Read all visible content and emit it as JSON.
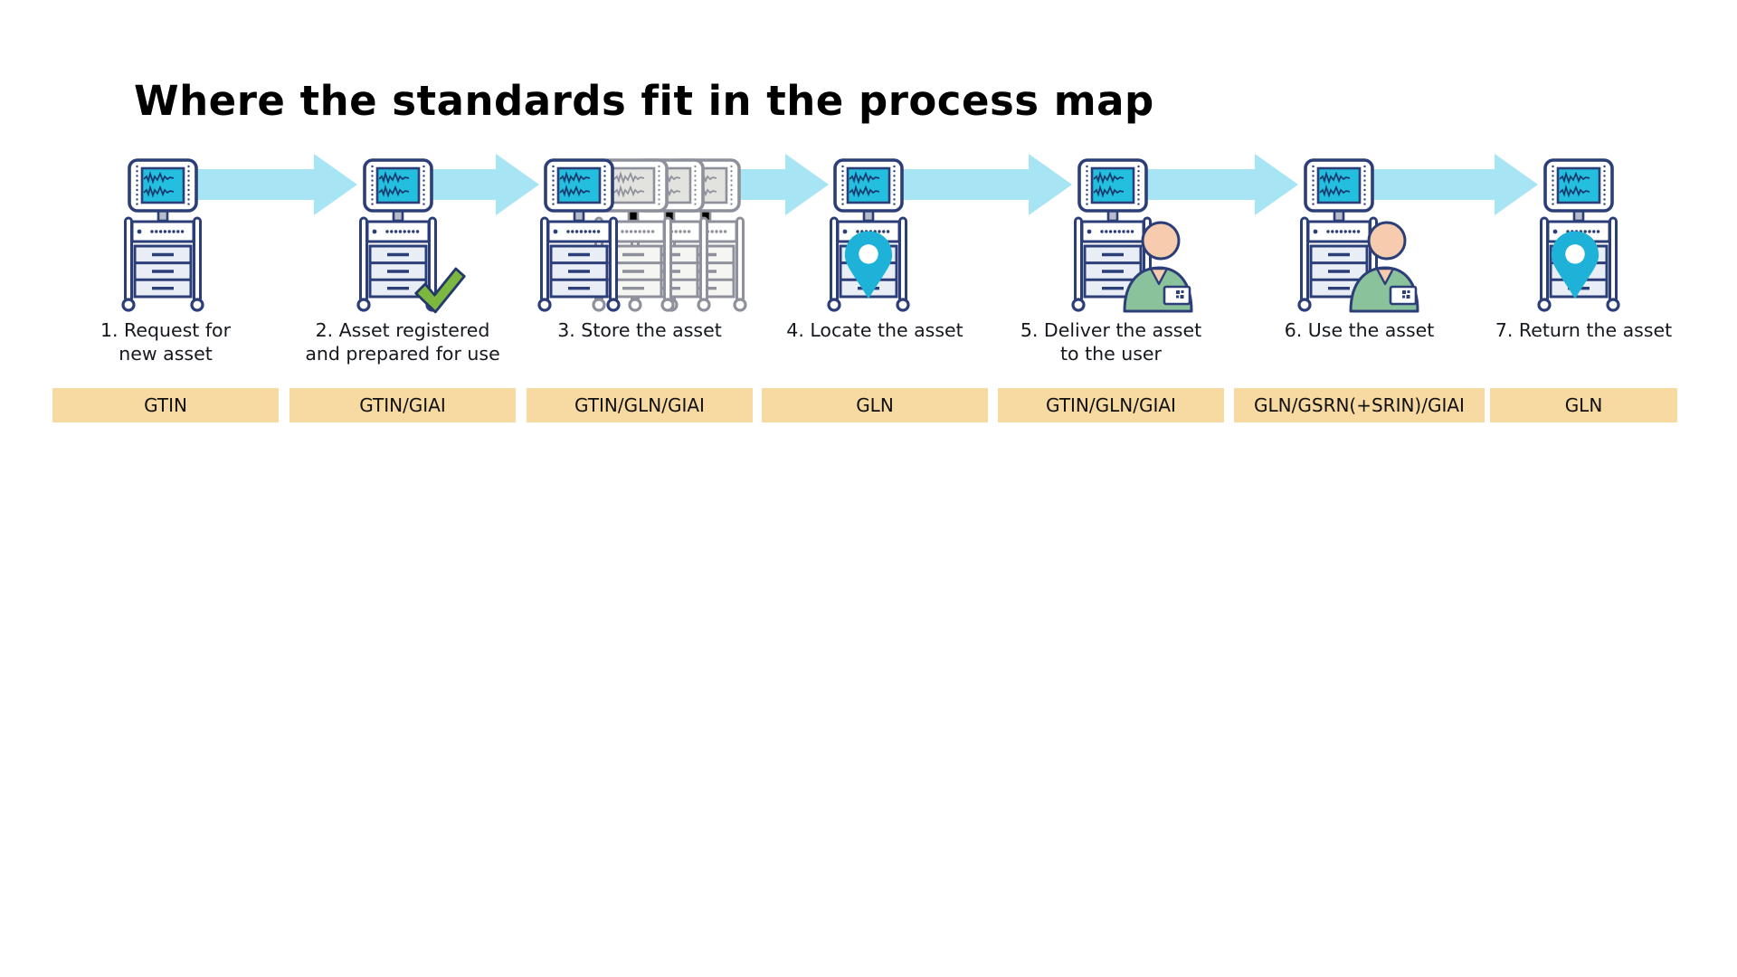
{
  "title": "Where the standards fit in the process map",
  "colors": {
    "outline_navy": "#2c3e78",
    "screen_cyan": "#24bede",
    "arrow_cyan": "#a7e4f4",
    "badge_bg": "#f7daa1",
    "check_green": "#7cb83f",
    "pin_cyan": "#1fb2d8",
    "person_skin": "#f7cbad",
    "person_shirt": "#8ac29b",
    "faded_gray": "#8e919b"
  },
  "steps": [
    {
      "label": "1. Request for\nnew asset",
      "badge": "GTIN",
      "icon": "medical-equipment-cart"
    },
    {
      "label": "2. Asset registered\nand prepared for use",
      "badge": "GTIN/GIAI",
      "icon": "medical-equipment-cart-with-check"
    },
    {
      "label": "3. Store the asset",
      "badge": "GTIN/GLN/GIAI",
      "icon": "medical-equipment-cart-group"
    },
    {
      "label": "4. Locate the asset",
      "badge": "GLN",
      "icon": "medical-equipment-cart-with-pin"
    },
    {
      "label": "5. Deliver the asset\nto the user",
      "badge": "GTIN/GLN/GIAI",
      "icon": "medical-equipment-cart-with-person"
    },
    {
      "label": "6. Use the asset",
      "badge": "GLN/GSRN(+SRIN)/GIAI",
      "icon": "medical-equipment-cart-with-person"
    },
    {
      "label": "7. Return the asset",
      "badge": "GLN",
      "icon": "medical-equipment-cart-with-pin"
    }
  ]
}
